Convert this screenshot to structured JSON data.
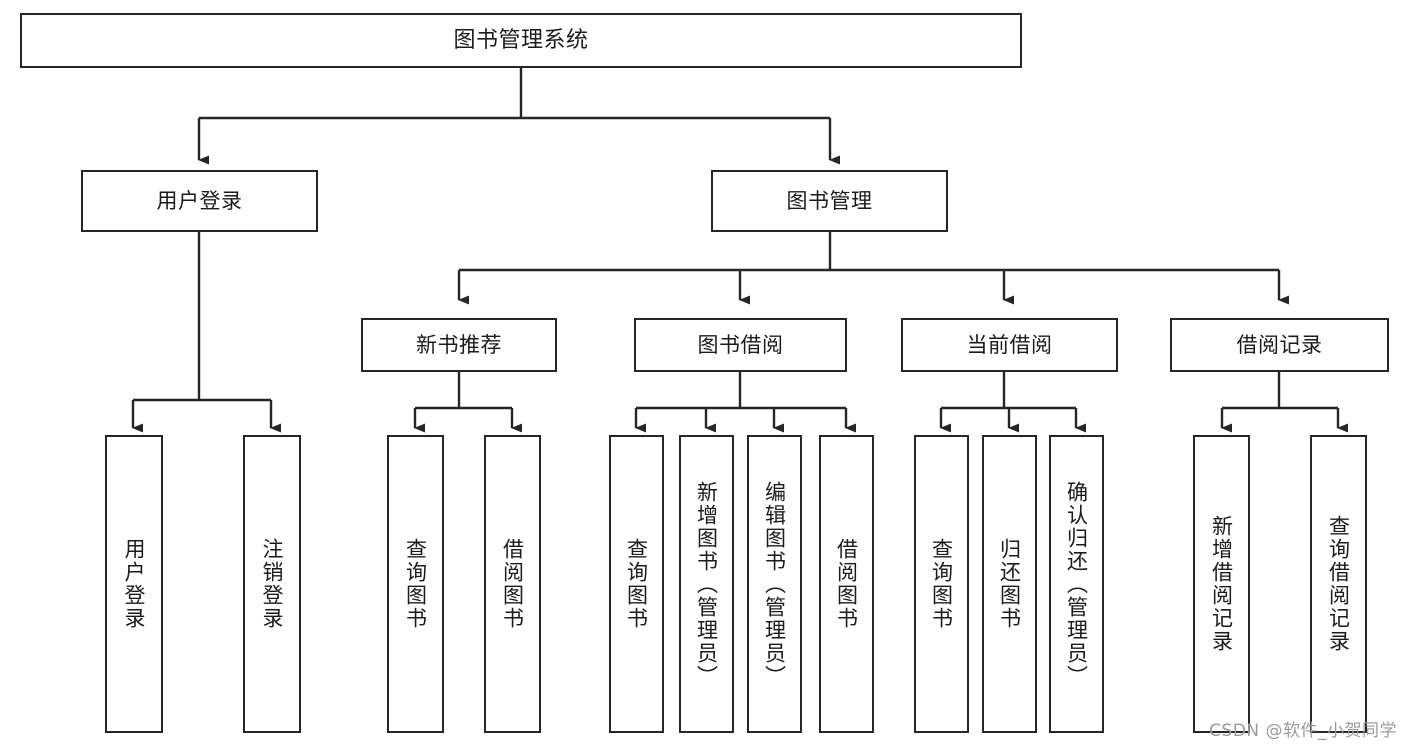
{
  "diagram": {
    "title": "图书管理系统",
    "watermark": "CSDN @软件_小贺同学",
    "colors": {
      "background": "#ffffff",
      "node_border": "#262626",
      "node_fill": "#ffffff",
      "edge": "#262626",
      "text": "#1b1b1b",
      "watermark": "#9a9a9a"
    },
    "nodes": {
      "root": {
        "label": "图书管理系统"
      },
      "level2": [
        {
          "id": "user-login",
          "label": "用户登录"
        },
        {
          "id": "book-manage",
          "label": "图书管理"
        }
      ],
      "level3": [
        {
          "id": "new-book-recommend",
          "label": "新书推荐"
        },
        {
          "id": "book-borrow",
          "label": "图书借阅"
        },
        {
          "id": "current-borrow",
          "label": "当前借阅"
        },
        {
          "id": "borrow-record",
          "label": "借阅记录"
        }
      ],
      "leaves": {
        "user-login": [
          {
            "id": "leaf-user-login",
            "label": "用户登录"
          },
          {
            "id": "leaf-logout-login",
            "label": "注销登录"
          }
        ],
        "new-book-recommend": [
          {
            "id": "leaf-query-book-1",
            "label": "查询图书"
          },
          {
            "id": "leaf-borrow-book-1",
            "label": "借阅图书"
          }
        ],
        "book-borrow": [
          {
            "id": "leaf-query-book-2",
            "label": "查询图书"
          },
          {
            "id": "leaf-add-book",
            "label": "新增图书（管理员）"
          },
          {
            "id": "leaf-edit-book",
            "label": "编辑图书（管理员）"
          },
          {
            "id": "leaf-borrow-book-2",
            "label": "借阅图书"
          }
        ],
        "current-borrow": [
          {
            "id": "leaf-query-book-3",
            "label": "查询图书"
          },
          {
            "id": "leaf-return-book",
            "label": "归还图书"
          },
          {
            "id": "leaf-confirm-return",
            "label": "确认归还（管理员）"
          }
        ],
        "borrow-record": [
          {
            "id": "leaf-add-borrow-record",
            "label": "新增借阅记录"
          },
          {
            "id": "leaf-query-borrow-record",
            "label": "查询借阅记录"
          }
        ]
      }
    }
  }
}
